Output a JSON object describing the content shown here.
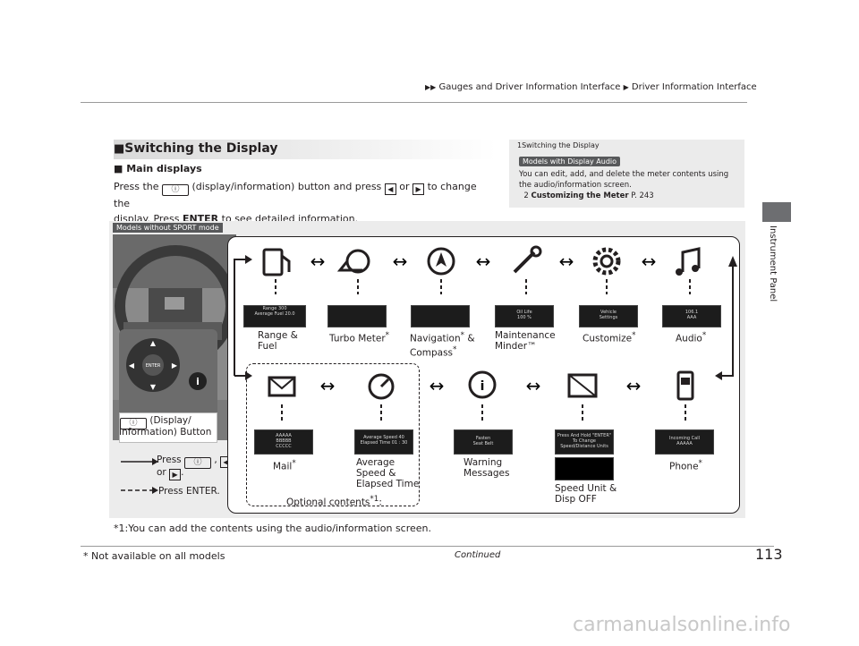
{
  "header": {
    "crumb1": "Gauges and Driver Information Interface",
    "crumb2": "Driver Information Interface"
  },
  "side_tab": "Instrument Panel",
  "section": {
    "title": "Switching the Display",
    "subhead": "Main displays",
    "para1": "Press the",
    "para2": "(display/information) button and press",
    "para_or": "or",
    "para3": "to change the",
    "para4": "display. Press",
    "para_enter": "ENTER",
    "para5": "to see detailed information."
  },
  "note": {
    "title": "Switching the Display",
    "badge": "Models with Display Audio",
    "text": "You can edit, add, and delete the meter contents using the audio/information screen.",
    "link_label": "Customizing the Meter",
    "link_page": "P. 243"
  },
  "diagram": {
    "badge": "Models without SPORT mode",
    "button_label_1": "(Display/",
    "button_label_2": "Information) Button",
    "legend_press": "Press",
    "legend_or": "or",
    "legend_press_enter": "Press ENTER.",
    "row1": [
      {
        "label": "Range &\nFuel",
        "icon": "fuel-pump-icon"
      },
      {
        "label": "Turbo Meter",
        "sup": "*",
        "icon": "turbo-icon"
      },
      {
        "label": "Navigation & Compass",
        "sup": "*",
        "icon": "compass-icon"
      },
      {
        "label": "Maintenance\nMinder™",
        "icon": "wrench-icon"
      },
      {
        "label": "Customize",
        "sup": "*",
        "icon": "gear-icon"
      },
      {
        "label": "Audio",
        "sup": "*",
        "icon": "music-note-icon"
      }
    ],
    "row2": [
      {
        "label": "Mail",
        "sup": "*",
        "icon": "mail-icon"
      },
      {
        "label": "Average\nSpeed &\nElapsed Time",
        "icon": "speed-icon"
      },
      {
        "label": "Warning\nMessages",
        "icon": "warning-info-icon"
      },
      {
        "label": "Speed Unit &\nDisp OFF",
        "icon": "speed-unit-icon"
      },
      {
        "label": "Phone",
        "sup": "*",
        "icon": "phone-icon"
      }
    ],
    "optional": "Optional contents",
    "optional_sup": "*1",
    "screens": {
      "range": {
        "l1": "Range",
        "v1": "300",
        "l2": "Average Fuel",
        "v2": "20.0"
      },
      "oil": {
        "l1": "Oil Life",
        "v1": "100 %"
      },
      "vehicle": {
        "l1": "Vehicle",
        "l2": "Settings"
      },
      "audio": {
        "v1": "106.1",
        "l1": "AAA"
      },
      "mail_items": [
        "AAAAA",
        "BBBBB",
        "CCCCC"
      ],
      "avg": {
        "l1": "Average Speed",
        "v1": "40",
        "l2": "Elapsed Time",
        "v2": "01 : 30"
      },
      "belt": {
        "l1": "Fasten",
        "l2": "Seat Belt"
      },
      "press_hold": {
        "l1": "Press And Hold \"ENTER\"",
        "l2": "To Change",
        "l3": "Speed/Distance Units"
      },
      "call": {
        "l1": "Incoming Call",
        "l2": "AAAAA"
      }
    }
  },
  "footnote": "*1:You can add the contents using the audio/information screen.",
  "footer": {
    "not_available": "* Not available on all models",
    "continued": "Continued",
    "page": "113"
  },
  "watermark": "carmanualsonline.info"
}
